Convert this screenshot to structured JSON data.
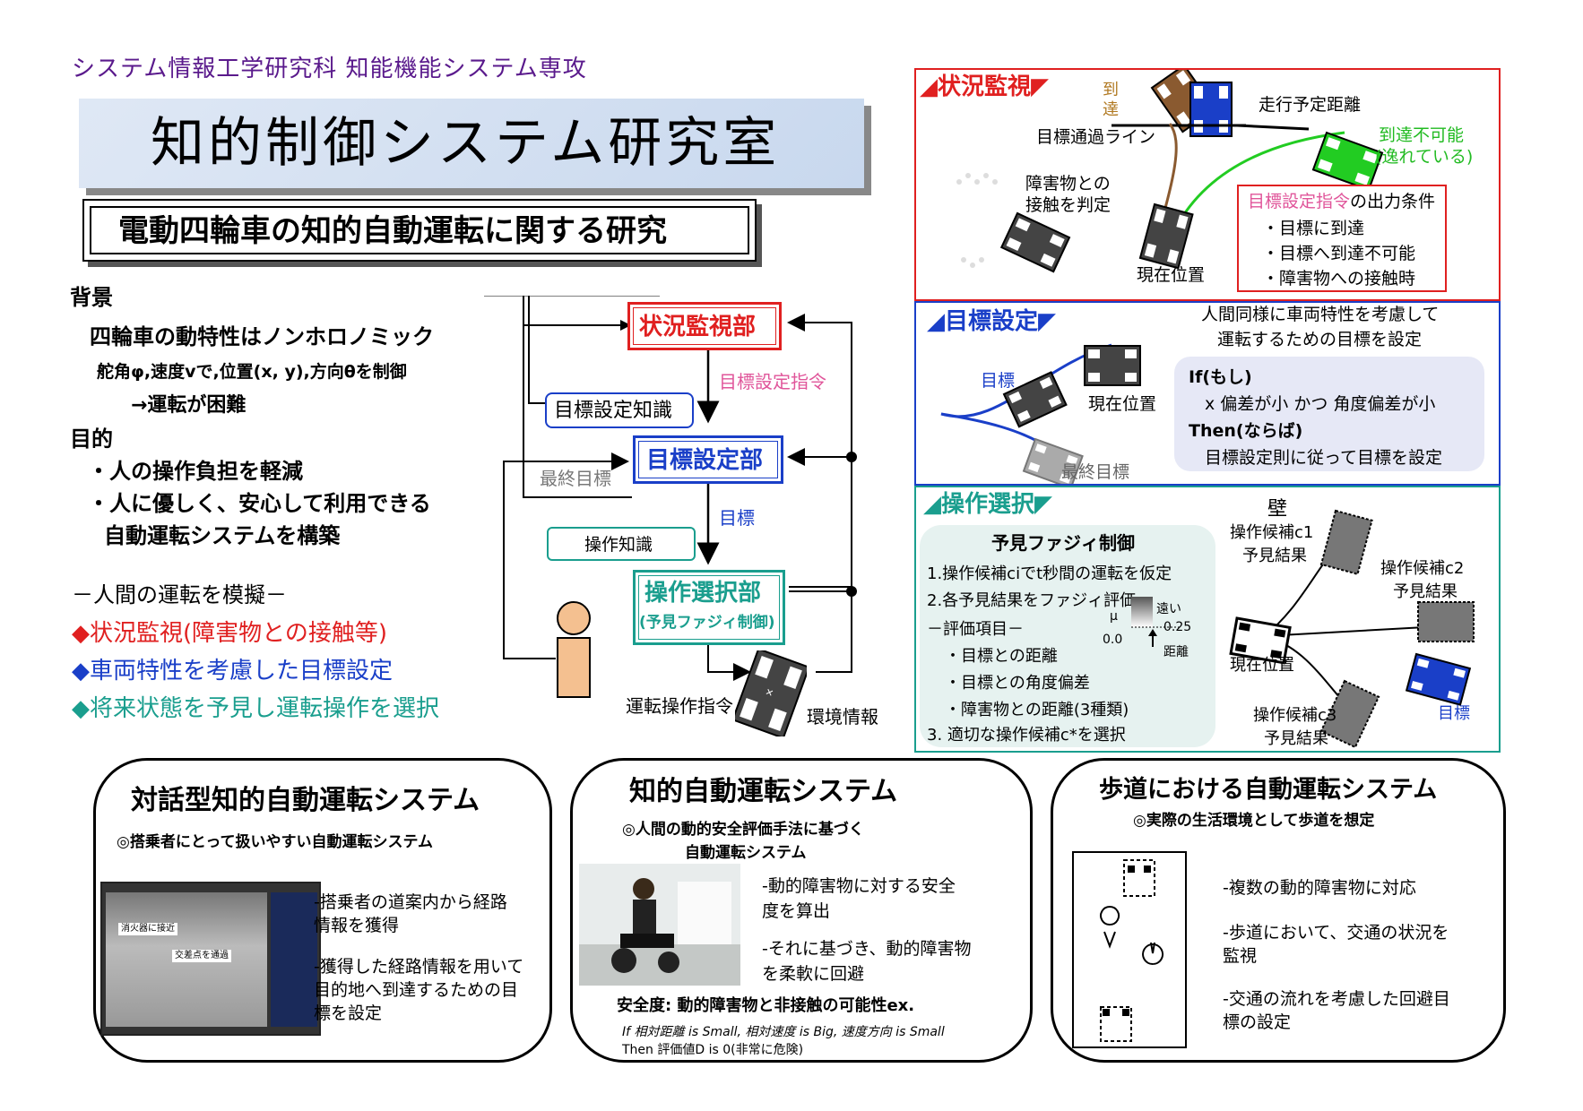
{
  "header": {
    "department": "システム情報工学研究科 知能機能システム専攻",
    "lab_name": "知的制御システム研究室",
    "research_title": "電動四輪車の知的自動運転に関する研究"
  },
  "left": {
    "background_heading": "背景",
    "background_line1": "四輪車の動特性はノンホロノミック",
    "background_line2": "舵角φ,速度vで,位置(x, y),方向θを制御",
    "background_line3": "→運転が困難",
    "purpose_heading": "目的",
    "purpose_line1": "・人の操作負担を軽減",
    "purpose_line2": "・人に優しく、安心して利用できる",
    "purpose_line3": "自動運転システムを構築",
    "mimic_line": "－人間の運転を模擬－",
    "bullet_red": "◆状況監視(障害物との接触等)",
    "bullet_blue": "◆車両特性を考慮した目標設定",
    "bullet_teal": "◆将来状態を予見し運転操作を選択",
    "color_red": "#e02020",
    "color_blue": "#1a3fc8",
    "color_teal": "#1a9e8e"
  },
  "flow": {
    "monitor_box": "状況監視部",
    "goal_cmd": "目標設定指令",
    "goal_knowledge": "目標設定知識",
    "goal_box": "目標設定部",
    "final_goal": "最終目標",
    "goal": "目標",
    "op_knowledge": "操作知識",
    "op_box_line1": "操作選択部",
    "op_box_line2": "(予見ファジィ制御)",
    "drive_cmd": "運転操作指令",
    "env_info": "環境情報"
  },
  "panel_monitor": {
    "title": "◢状況監視◤",
    "reach": "到達",
    "planned_distance": "走行予定距離",
    "target_line": "目標通過ライン",
    "unreachable": "到達不可能",
    "unreachable_sub": "(逸れている)",
    "obstacle_line1": "障害物との",
    "obstacle_line2": "接触を判定",
    "current_pos": "現在位置",
    "cond_title_a": "目標設定指令",
    "cond_title_b": "の出力条件",
    "cond1": "・目標に到達",
    "cond2": "・目標へ到達不可能",
    "cond3": "・障害物への接触時"
  },
  "panel_goal": {
    "title": "◢目標設定◤",
    "desc1": "人間同様に車両特性を考慮して",
    "desc2": "運転するための目標を設定",
    "goal": "目標",
    "current_pos": "現在位置",
    "final_goal": "最終目標",
    "rule_if": "If(もし)",
    "rule_cond": "x 偏差が小 かつ 角度偏差が小",
    "rule_then": "Then(ならば)",
    "rule_action": "目標設定則に従って目標を設定"
  },
  "panel_op": {
    "title": "◢操作選択◤",
    "fuzzy_title": "予見ファジィ制御",
    "step1": "1.操作候補ciでt秒間の運転を仮定",
    "step2": "2.各予見結果をファジィ評価",
    "eval_items": "－評価項目－",
    "item1": "・目標との距離",
    "item2": "・目標との角度偏差",
    "item3": "・障害物との距離(3種類)",
    "step3": "3. 適切な操作候補c*を選択",
    "mu": "μ",
    "far": "遠い",
    "v025": "0.25",
    "v00": "0.0",
    "dist": "距離",
    "wall": "壁",
    "c1_line1": "操作候補c1",
    "c1_line2": "予見結果",
    "c2_line1": "操作候補c2",
    "c2_line2": "予見結果",
    "c3_line1": "操作候補c3",
    "c3_line2": "予見結果",
    "current_pos": "現在位置",
    "goal": "目標"
  },
  "bottom1": {
    "title": "対話型知的自動運転システム",
    "subtitle": "◎搭乗者にとって扱いやすい自動運転システム",
    "screen_label1": "消火器に接近",
    "screen_label2": "交差点を通過",
    "text1_line1": "-搭乗者の道案内から経路",
    "text1_line2": "情報を獲得",
    "text2_line1": "-獲得した経路情報を用いて",
    "text2_line2": "目的地へ到達するための目",
    "text2_line3": "標を設定"
  },
  "bottom2": {
    "title": "知的自動運転システム",
    "subtitle1": "◎人間の動的安全評価手法に基づく",
    "subtitle2": "自動運転システム",
    "text1_line1": "-動的障害物に対する安全",
    "text1_line2": "度を算出",
    "text2_line1": "-それに基づき、動的障害物",
    "text2_line2": "を柔軟に回避",
    "safety": "安全度: 動的障害物と非接触の可能性ex.",
    "rule1": "If 相対距離 is Small, 相対速度 is Big, 速度方向 is Small",
    "rule2": "Then 評価値D is 0(非常に危険)"
  },
  "bottom3": {
    "title": "歩道における自動運転システム",
    "subtitle": "◎実際の生活環境として歩道を想定",
    "text1": "-複数の動的障害物に対応",
    "text2_line1": "-歩道において、交通の状況を",
    "text2_line2": "監視",
    "text3_line1": "-交通の流れを考慮した回避目",
    "text3_line2": "標の設定"
  },
  "icons": [
    "car-icon",
    "person-icon",
    "pedestrian-icon",
    "wheelchair-photo",
    "screen-capture"
  ]
}
